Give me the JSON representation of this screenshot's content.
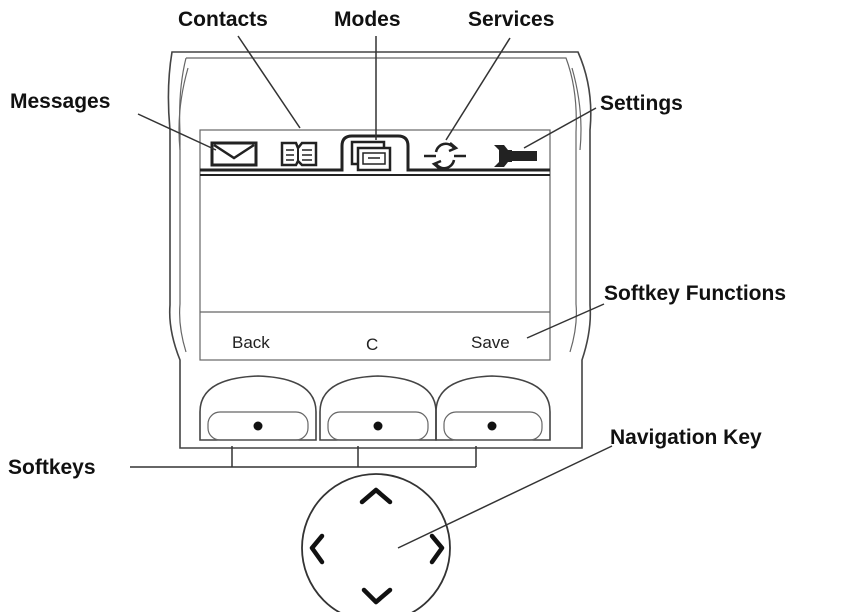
{
  "callouts": {
    "contacts": "Contacts",
    "modes": "Modes",
    "services": "Services",
    "messages": "Messages",
    "settings": "Settings",
    "softkey_functions": "Softkey Functions",
    "navigation_key": "Navigation Key",
    "softkeys": "Softkeys"
  },
  "tabs": [
    {
      "name": "Messages",
      "icon": "envelope-icon"
    },
    {
      "name": "Contacts",
      "icon": "contacts-book-icon"
    },
    {
      "name": "Modes",
      "icon": "modes-cards-icon",
      "selected": true
    },
    {
      "name": "Services",
      "icon": "services-arrows-icon"
    },
    {
      "name": "Settings",
      "icon": "wrench-icon"
    }
  ],
  "softkey_labels": {
    "left": "Back",
    "center": "C",
    "right": "Save"
  },
  "colors": {
    "line": "#444444",
    "text": "#111111",
    "background": "#ffffff"
  }
}
